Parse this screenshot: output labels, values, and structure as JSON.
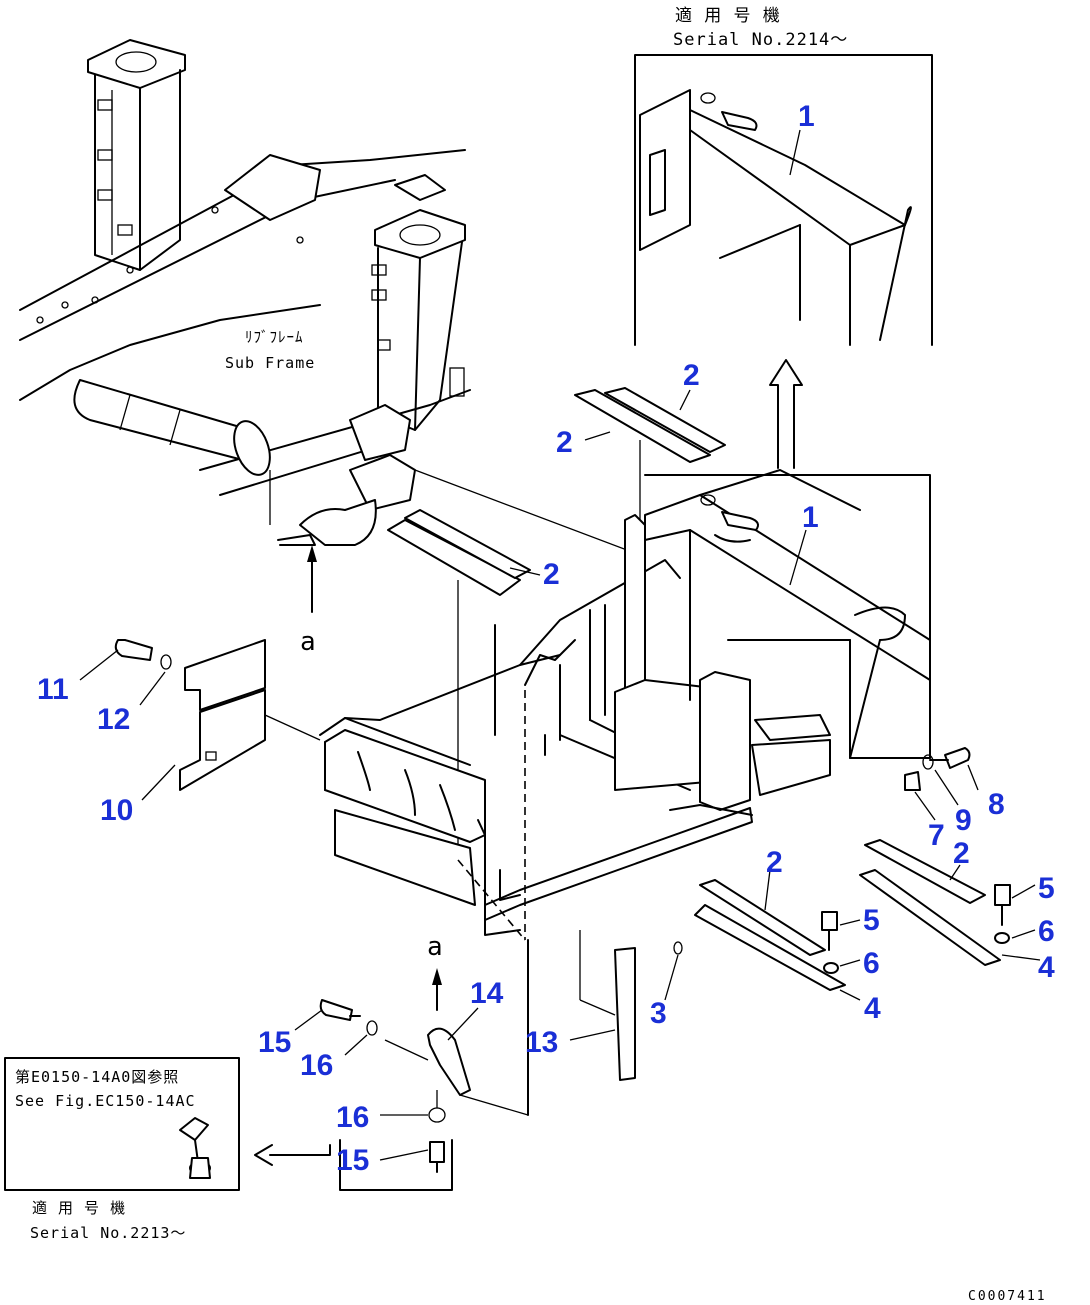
{
  "notes": {
    "top_right_jp": "適 用 号 機",
    "top_right_en": "Serial No.2214～",
    "subframe_jp": "ﾘﾌﾞﾌﾚｰﾑ",
    "subframe_en": "Sub Frame",
    "ref_jp": "第E0150-14A0図参照",
    "ref_en": "See Fig.EC150-14AC",
    "bottom_jp": "適 用 号 機",
    "bottom_en": "Serial No.2213～",
    "view_a_top": "a",
    "view_a_bottom": "a",
    "drawing_code": "C0007411"
  },
  "callouts": [
    {
      "id": "c1a",
      "label": "1"
    },
    {
      "id": "c1b",
      "label": "1"
    },
    {
      "id": "c2a",
      "label": "2"
    },
    {
      "id": "c2b",
      "label": "2"
    },
    {
      "id": "c2c",
      "label": "2"
    },
    {
      "id": "c2d",
      "label": "2"
    },
    {
      "id": "c2e",
      "label": "2"
    },
    {
      "id": "c3",
      "label": "3"
    },
    {
      "id": "c4a",
      "label": "4"
    },
    {
      "id": "c4b",
      "label": "4"
    },
    {
      "id": "c5a",
      "label": "5"
    },
    {
      "id": "c5b",
      "label": "5"
    },
    {
      "id": "c6a",
      "label": "6"
    },
    {
      "id": "c6b",
      "label": "6"
    },
    {
      "id": "c7",
      "label": "7"
    },
    {
      "id": "c8",
      "label": "8"
    },
    {
      "id": "c9",
      "label": "9"
    },
    {
      "id": "c10",
      "label": "10"
    },
    {
      "id": "c11",
      "label": "11"
    },
    {
      "id": "c12",
      "label": "12"
    },
    {
      "id": "c13",
      "label": "13"
    },
    {
      "id": "c14",
      "label": "14"
    },
    {
      "id": "c15a",
      "label": "15"
    },
    {
      "id": "c15b",
      "label": "15"
    },
    {
      "id": "c16a",
      "label": "16"
    },
    {
      "id": "c16b",
      "label": "16"
    }
  ],
  "colors": {
    "callout": "#1a2fd6",
    "linework": "#000000",
    "background": "#ffffff"
  }
}
